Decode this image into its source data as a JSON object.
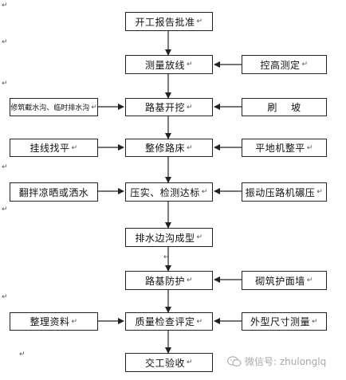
{
  "nodes": {
    "start": "开工报告批准",
    "survey": "测量放线",
    "elevation": "控高测定",
    "excavate": "路基开挖",
    "slope": "刷    坡",
    "drainage_left": "修筑截水沟、临时排水沟",
    "trim": "整修路床",
    "level_left": "挂线找平",
    "grader": "平地机整平",
    "compact": "压实、检测达标",
    "dry_water": "翻拌凉晒或洒水",
    "roller": "振动压路机碾压",
    "ditch": "排水边沟成型",
    "protect": "路基防护",
    "wall": "砌筑护面墙",
    "inspect": "质量检查评定",
    "records": "整理资料",
    "dimension": "外型尺寸测量",
    "acceptance": "交工验收"
  },
  "return_mark": "↵",
  "watermark": {
    "icon": "wechat-icon",
    "text": "微信号: zhulonglq"
  },
  "colors": {
    "line": "#222222",
    "watermark": "#a8a8a8"
  }
}
